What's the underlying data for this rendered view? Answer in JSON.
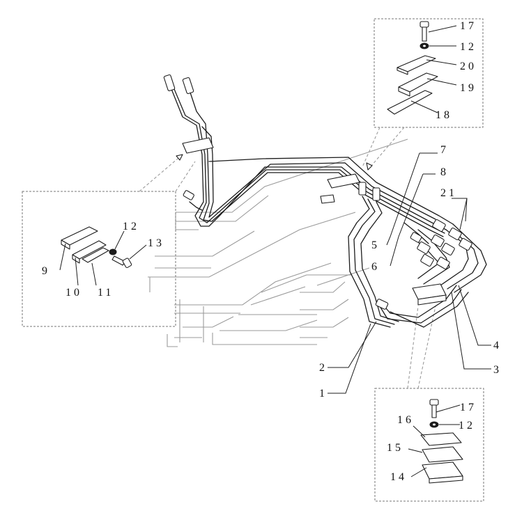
{
  "diagram": {
    "callouts": {
      "c1": "1",
      "c2": "2",
      "c3": "3",
      "c4": "4",
      "c5": "5",
      "c6": "6",
      "c7": "7",
      "c8": "8",
      "c9": "9",
      "c10": "10",
      "c11": "11",
      "c12a": "12",
      "c12b": "12",
      "c12c": "12",
      "c13": "13",
      "c14": "14",
      "c15": "15",
      "c16": "16",
      "c17a": "17",
      "c17b": "17",
      "c18": "18",
      "c19": "19",
      "c20": "20",
      "c21": "21"
    },
    "colors": {
      "line": "#1c1c1c",
      "ghost": "#9a9a9a",
      "frame": "#777777"
    }
  }
}
